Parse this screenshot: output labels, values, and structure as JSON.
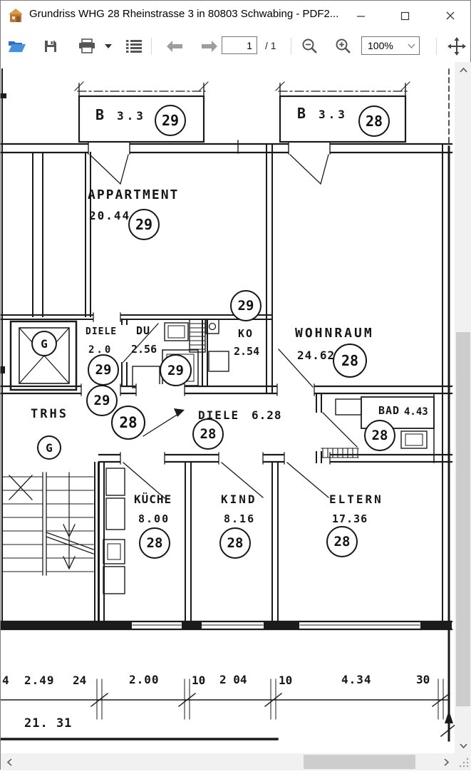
{
  "window": {
    "title": "Grundriss WHG 28 Rheinstrasse 3 in 80803 Schwabing - PDF2..."
  },
  "toolbar": {
    "page": {
      "value": "1",
      "total": "/ 1"
    },
    "zoom": {
      "value": "100%"
    }
  },
  "plan": {
    "balcony_left": {
      "name": "B",
      "area": "3.3",
      "unit": "29"
    },
    "balcony_right": {
      "name": "B",
      "area": "3.3",
      "unit": "28"
    },
    "appartment": {
      "name": "APPARTMENT",
      "area": "20.44",
      "unit": "29"
    },
    "diele29": {
      "name": "DIELE",
      "area": "2.0",
      "unit": "29",
      "unit_door": "29"
    },
    "du": {
      "name": "DU",
      "area": "2.56",
      "unit": "29"
    },
    "ko": {
      "name": "KO",
      "area": "2.54",
      "unit": "29"
    },
    "wohnraum": {
      "name": "WOHNRAUM",
      "area": "24.62",
      "unit": "28"
    },
    "trhs": {
      "name": "TRHS",
      "level": "G"
    },
    "elevator": {
      "level": "G"
    },
    "entry": {
      "unit": "28"
    },
    "diele28": {
      "name": "DIELE",
      "area": "6.28",
      "unit": "28"
    },
    "bad": {
      "name": "BAD",
      "area": "4.43",
      "unit": "28"
    },
    "kueche": {
      "name": "KÜCHE",
      "area": "8.00",
      "unit": "28"
    },
    "kind": {
      "name": "KIND",
      "area": "8.16",
      "unit": "28"
    },
    "eltern": {
      "name": "ELTERN",
      "area": "17.36",
      "unit": "28"
    }
  },
  "dimensions": {
    "seg1": "4",
    "seg2": "2.49",
    "seg3": "24",
    "seg4": "2.00",
    "seg5": "10",
    "seg6": "2 04",
    "seg7": "10",
    "seg8": "4.34",
    "seg9": "30",
    "total": "21. 31"
  },
  "colors": {
    "accent_folder": "#3579c8",
    "line": "#1b1b1b",
    "scroll_track": "#f1f1f1",
    "scroll_thumb": "#cdcdcd"
  }
}
